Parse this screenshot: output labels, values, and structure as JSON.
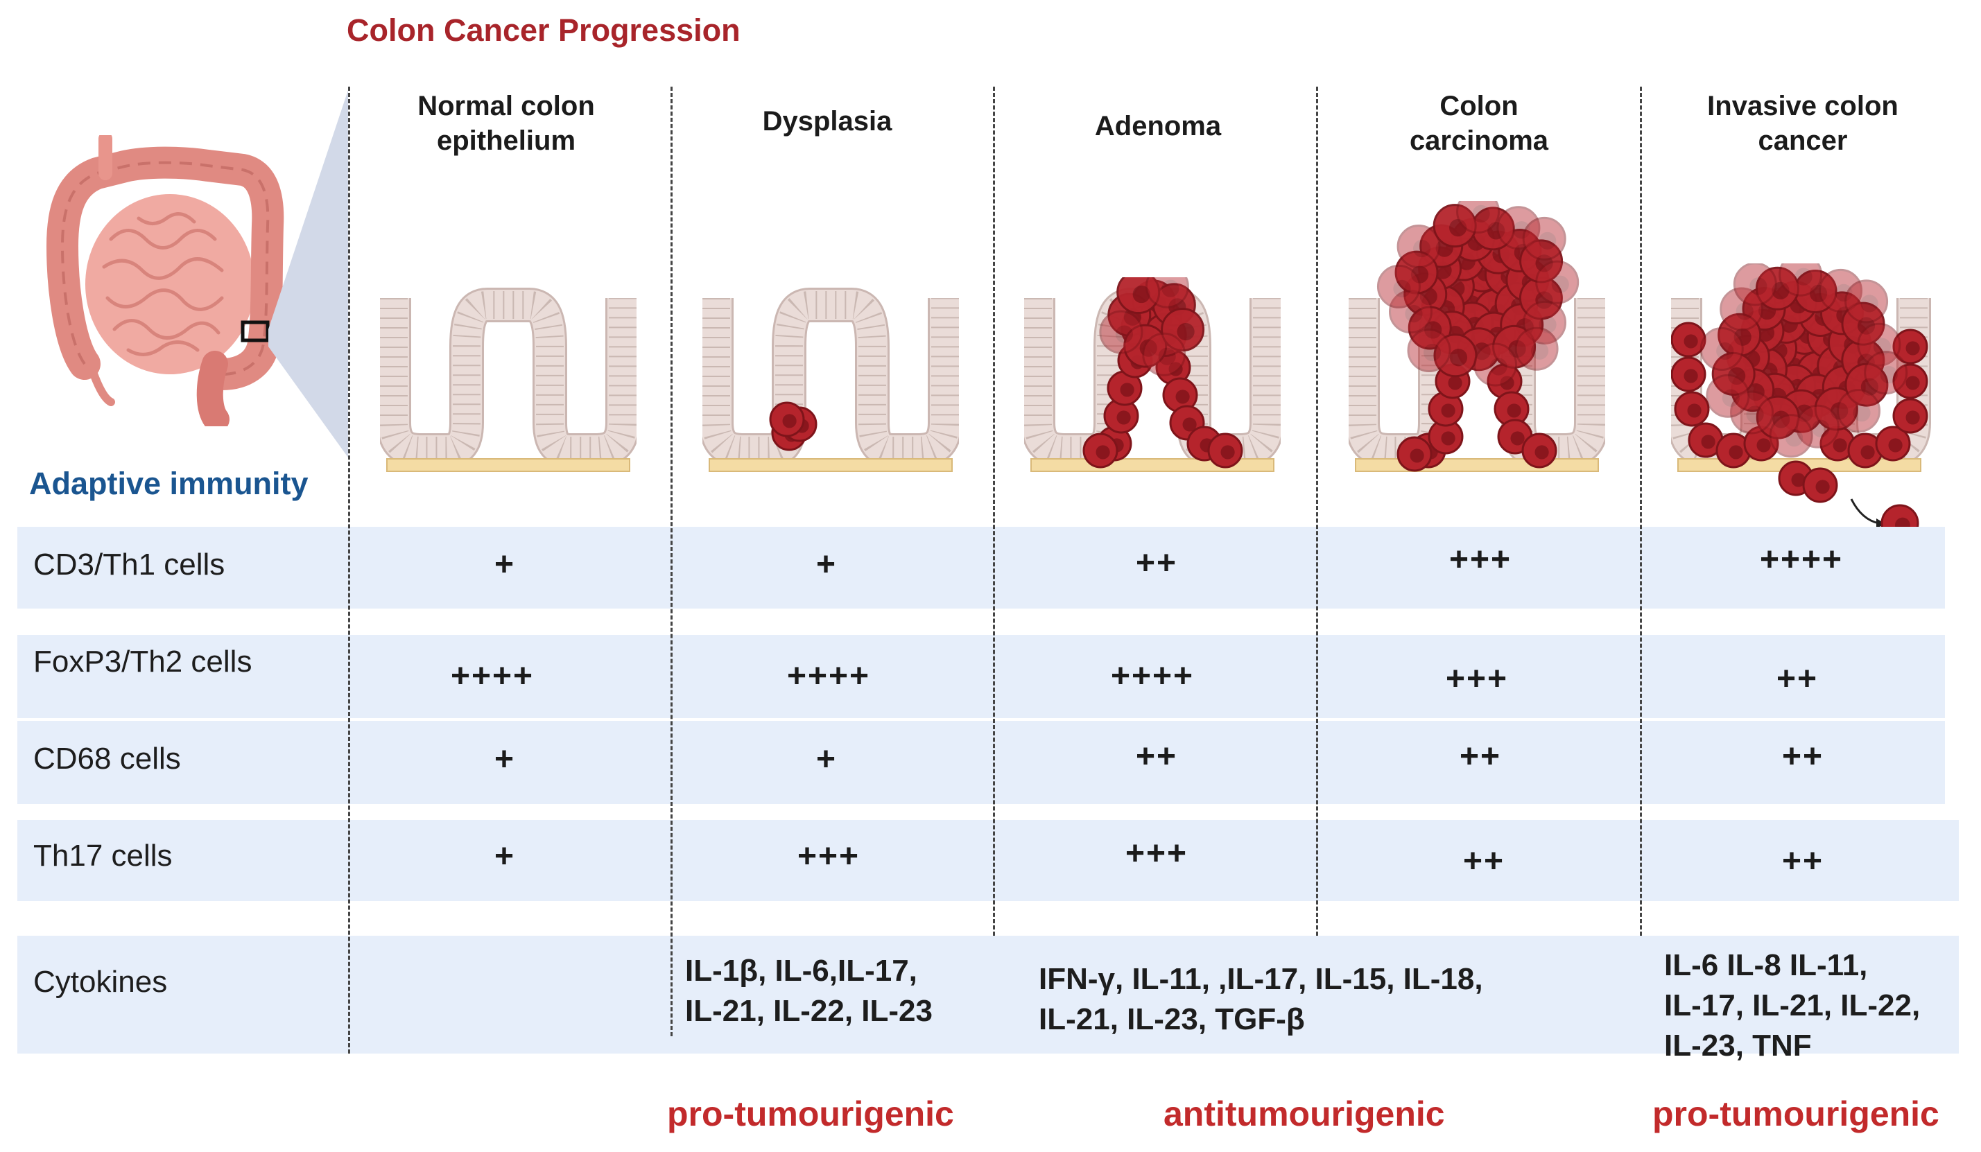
{
  "title": "Colon Cancer Progression",
  "stages": [
    {
      "label": "Normal colon\nepithelium"
    },
    {
      "label": "Dysplasia"
    },
    {
      "label": "Adenoma"
    },
    {
      "label": "Colon\ncarcinoma"
    },
    {
      "label": "Invasive colon\ncancer"
    }
  ],
  "section_label": "Adaptive immunity",
  "rows": [
    {
      "label": "CD3/Th1 cells",
      "values": [
        "+",
        "+",
        "++",
        "+++",
        "++++"
      ]
    },
    {
      "label": "FoxP3/Th2 cells",
      "values": [
        "++++",
        "++++",
        "++++",
        "+++",
        "++"
      ]
    },
    {
      "label": "CD68 cells",
      "values": [
        "+",
        "+",
        "++",
        "++",
        "++"
      ]
    },
    {
      "label": "Th17 cells",
      "values": [
        "+",
        "+++",
        "+++",
        "++",
        "++"
      ]
    }
  ],
  "cytokines": {
    "label": "Cytokines",
    "pro_early": "IL-1β, IL-6,IL-17,\nIL-21, IL-22, IL-23",
    "anti": "IFN-γ, IL-11, ,IL-17,  IL-15, IL-18,\nIL-21, IL-23, TGF-β",
    "pro_late": "IL-6 IL-8 IL-11,\nIL-17,  IL-21, IL-22,\nIL-23, TNF"
  },
  "effects": {
    "left": "pro-tumourigenic",
    "middle": "antitumourigenic",
    "right": "pro-tumourigenic"
  },
  "colors": {
    "title": "#a8242a",
    "section": "#1a5590",
    "band": "#e6eefa",
    "effect": "#c22a2b",
    "tumor": "#b5242c",
    "epithelium": "#eadcd8",
    "basement": "#f4dca4"
  },
  "icons": {
    "organ": "colon-intestine-icon",
    "tissue": "colon-crypt-icon",
    "tumor": "tumor-cluster-icon"
  }
}
